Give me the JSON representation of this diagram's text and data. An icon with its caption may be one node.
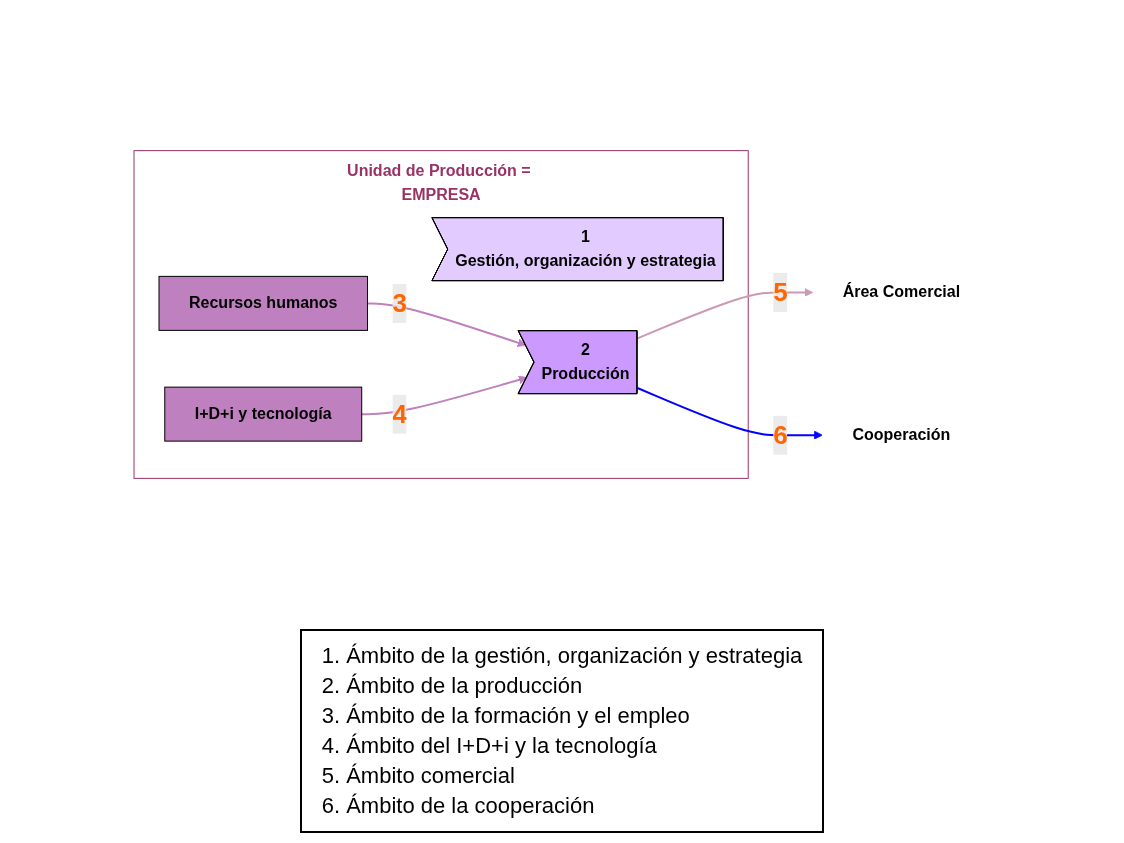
{
  "diagram": {
    "nodes": [
      {
        "text": [
          "Unidad de Producción = EMPRESA"
        ]
      },
      {
        "text": [
          "Recursos humanos"
        ],
        "in": 0
      },
      {
        "text": [
          "I+D+i y tecnología"
        ],
        "in": 0
      },
      {
        "text": [
          "1",
          "Gestión, organización y estrategia"
        ],
        "in": 0
      },
      {
        "text": [
          "2",
          "Producción"
        ],
        "in": 0
      },
      {
        "text": [
          "Cooperación"
        ]
      },
      {
        "text": [
          "Área Comercial"
        ]
      }
    ],
    "edges": [
      {
        "from": 1,
        "to": 4,
        "arrow": "to",
        "label": "3",
        "color": "#bf80bf"
      },
      {
        "from": 2,
        "to": 4,
        "arrow": "to",
        "label": "4",
        "color": "#bf80bf"
      },
      {
        "from": 4,
        "to": 6,
        "arrow": "to",
        "label": "5",
        "color": "#cc99b3"
      },
      {
        "from": 4,
        "to": 5,
        "arrow": "to",
        "label": "6",
        "color": "#0000ff"
      }
    ],
    "labels": [
      "1. Ámbito de la gestión, organización y estrategia",
      "2. Ámbito de la producción",
      "3. Ámbito de la formación y el empleo",
      "4. Ámbito del I+D+i y la tecnología",
      "5. Ámbito comercial",
      "6. Ámbito de la cooperación"
    ]
  }
}
